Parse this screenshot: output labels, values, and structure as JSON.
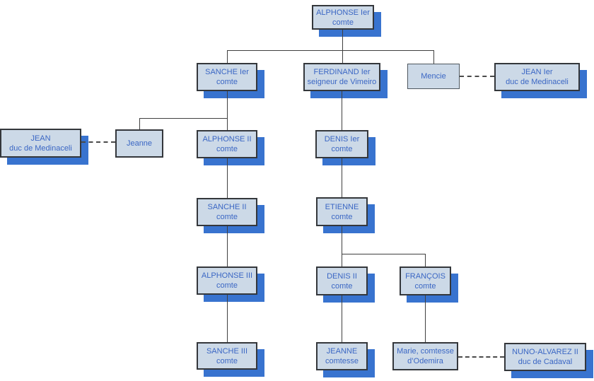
{
  "diagram": {
    "type": "family-tree",
    "title": "",
    "colors": {
      "node_fill": "#ccd9e7",
      "node_border": "#34373b",
      "node_text": "#3b67c4",
      "node_shadow": "#3873cf",
      "connector_line": "#3f3f3f",
      "background": "#ffffff"
    },
    "nodes": [
      {
        "id": "alphonse-ier",
        "line1": "ALPHONSE Ier",
        "line2": "comte"
      },
      {
        "id": "sanche-ier",
        "line1": "SANCHE Ier",
        "line2": "comte"
      },
      {
        "id": "ferdinand-ier",
        "line1": "FERDINAND Ier",
        "line2": "seigneur de Vimeiro"
      },
      {
        "id": "mencie",
        "line1": "Mencie",
        "line2": ""
      },
      {
        "id": "jean-ier",
        "line1": "JEAN Ier",
        "line2": "duc de Medinaceli"
      },
      {
        "id": "jean",
        "line1": "JEAN",
        "line2": "duc de Medinaceli"
      },
      {
        "id": "jeanne",
        "line1": "Jeanne",
        "line2": ""
      },
      {
        "id": "alphonse-ii",
        "line1": "ALPHONSE II",
        "line2": "comte"
      },
      {
        "id": "denis-ier",
        "line1": "DENIS Ier",
        "line2": "comte"
      },
      {
        "id": "sanche-ii",
        "line1": "SANCHE II",
        "line2": "comte"
      },
      {
        "id": "etienne",
        "line1": "ETIENNE",
        "line2": "comte"
      },
      {
        "id": "alphonse-iii",
        "line1": "ALPHONSE III",
        "line2": "comte"
      },
      {
        "id": "denis-ii",
        "line1": "DENIS II",
        "line2": "comte"
      },
      {
        "id": "francois",
        "line1": "FRANÇOIS",
        "line2": "comte"
      },
      {
        "id": "sanche-iii",
        "line1": "SANCHE III",
        "line2": "comte"
      },
      {
        "id": "jeanne-comtesse",
        "line1": "JEANNE",
        "line2": "comtesse"
      },
      {
        "id": "marie",
        "line1": "Marie, comtesse",
        "line2": "d’Odemira"
      },
      {
        "id": "nuno-alvarez-ii",
        "line1": "NUNO-ALVAREZ II",
        "line2": "duc de Cadaval"
      }
    ],
    "edges": [
      {
        "from": "alphonse-ier",
        "to": "sanche-ier",
        "type": "descent"
      },
      {
        "from": "alphonse-ier",
        "to": "ferdinand-ier",
        "type": "descent"
      },
      {
        "from": "alphonse-ier",
        "to": "mencie",
        "type": "descent"
      },
      {
        "from": "mencie",
        "to": "jean-ier",
        "type": "marriage"
      },
      {
        "from": "sanche-ier",
        "to": "jeanne",
        "type": "descent"
      },
      {
        "from": "sanche-ier",
        "to": "alphonse-ii",
        "type": "descent"
      },
      {
        "from": "jean",
        "to": "jeanne",
        "type": "marriage"
      },
      {
        "from": "ferdinand-ier",
        "to": "denis-ier",
        "type": "descent"
      },
      {
        "from": "alphonse-ii",
        "to": "sanche-ii",
        "type": "descent"
      },
      {
        "from": "denis-ier",
        "to": "etienne",
        "type": "descent"
      },
      {
        "from": "sanche-ii",
        "to": "alphonse-iii",
        "type": "descent"
      },
      {
        "from": "etienne",
        "to": "denis-ii",
        "type": "descent"
      },
      {
        "from": "etienne",
        "to": "francois",
        "type": "descent"
      },
      {
        "from": "alphonse-iii",
        "to": "sanche-iii",
        "type": "descent"
      },
      {
        "from": "denis-ii",
        "to": "jeanne-comtesse",
        "type": "descent"
      },
      {
        "from": "francois",
        "to": "marie",
        "type": "descent"
      },
      {
        "from": "marie",
        "to": "nuno-alvarez-ii",
        "type": "marriage"
      }
    ]
  }
}
